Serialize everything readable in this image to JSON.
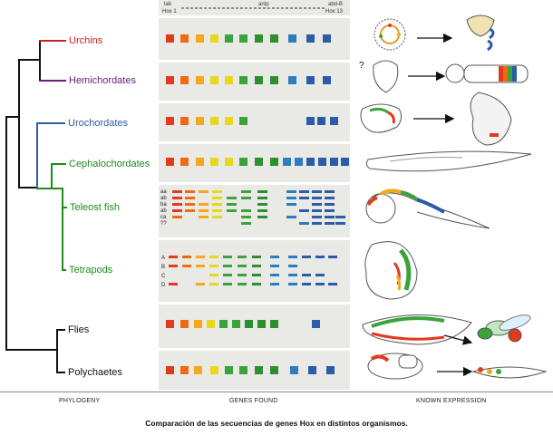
{
  "taxa": [
    {
      "name": "Urchins",
      "color": "#cc2222"
    },
    {
      "name": "Hemichordates",
      "color": "#662277"
    },
    {
      "name": "Urochordates",
      "color": "#2b5fa6"
    },
    {
      "name": "Cephalochordates",
      "color": "#1f8a1f"
    },
    {
      "name": "Teleost fish",
      "color": "#1f8a1f"
    },
    {
      "name": "Tetrapods",
      "color": "#1f8a1f"
    },
    {
      "name": "Flies",
      "color": "#111111"
    },
    {
      "name": "Polychaetes",
      "color": "#111111"
    }
  ],
  "genes_header": {
    "left_top": "lab",
    "left_bottom": "Hox 1",
    "middle": "antp",
    "right_top": "abd-B",
    "right_bottom": "Hox 13"
  },
  "fish_rows": [
    "aa",
    "ab",
    "ba",
    "ab",
    "ca",
    "??"
  ],
  "tetrapod_rows": [
    "A",
    "B",
    "C",
    "D"
  ],
  "footer": {
    "phylogeny": "PHYLOGENY",
    "genes": "GENES FOUND",
    "expression": "KNOWN EXPRESSION"
  },
  "caption": "Comparación de las secuencias de genes Hox en distintos organismos.",
  "question_mark": "?",
  "gene_colors": [
    "#e23a1f",
    "#f06a12",
    "#f5a81c",
    "#e8d71a",
    "#3aa33a",
    "#2e8f2e",
    "#2e7dbf",
    "#2a5ca8"
  ]
}
